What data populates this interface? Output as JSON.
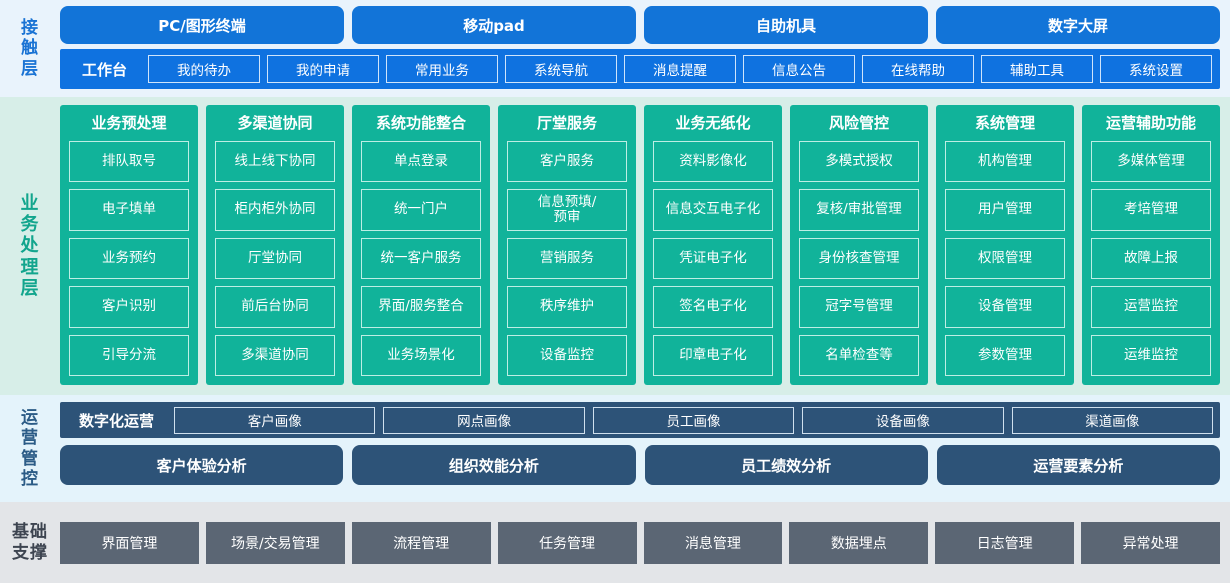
{
  "layers": [
    {
      "label": "接触层",
      "label_chars": [
        "接",
        "触",
        "层"
      ],
      "accent": "#1a73d4",
      "channels": [
        "PC/图形终端",
        "移动pad",
        "自助机具",
        "数字大屏"
      ],
      "workbench_title": "工作台",
      "workbench_items": [
        "我的待办",
        "我的申请",
        "常用业务",
        "系统导航",
        "消息提醒",
        "信息公告",
        "在线帮助",
        "辅助工具",
        "系统设置"
      ]
    },
    {
      "label": "业务处理层",
      "label_chars": [
        "业",
        "务",
        "处",
        "理",
        "层"
      ],
      "accent": "#12a58d",
      "columns": [
        {
          "title": "业务预处理",
          "items": [
            "排队取号",
            "电子填单",
            "业务预约",
            "客户识别",
            "引导分流"
          ]
        },
        {
          "title": "多渠道协同",
          "items": [
            "线上线下协同",
            "柜内柜外协同",
            "厅堂协同",
            "前后台协同",
            "多渠道协同"
          ]
        },
        {
          "title": "系统功能整合",
          "items": [
            "单点登录",
            "统一门户",
            "统一客户服务",
            "界面/服务整合",
            "业务场景化"
          ]
        },
        {
          "title": "厅堂服务",
          "items": [
            "客户服务",
            "信息预填/\n预审",
            "营销服务",
            "秩序维护",
            "设备监控"
          ]
        },
        {
          "title": "业务无纸化",
          "items": [
            "资料影像化",
            "信息交互电子化",
            "凭证电子化",
            "签名电子化",
            "印章电子化"
          ]
        },
        {
          "title": "风险管控",
          "items": [
            "多模式授权",
            "复核/审批管理",
            "身份核查管理",
            "冠字号管理",
            "名单检查等"
          ]
        },
        {
          "title": "系统管理",
          "items": [
            "机构管理",
            "用户管理",
            "权限管理",
            "设备管理",
            "参数管理"
          ]
        },
        {
          "title": "运营辅助功能",
          "items": [
            "多媒体管理",
            "考培管理",
            "故障上报",
            "运营监控",
            "运维监控"
          ]
        }
      ]
    },
    {
      "label": "运营管控",
      "label_chars": [
        "运",
        "营",
        "管",
        "控"
      ],
      "accent": "#2b5b86",
      "digital_title": "数字化运营",
      "portraits": [
        "客户画像",
        "网点画像",
        "员工画像",
        "设备画像",
        "渠道画像"
      ],
      "analyses": [
        "客户体验分析",
        "组织效能分析",
        "员工绩效分析",
        "运营要素分析"
      ]
    },
    {
      "label": "基础支撑",
      "label_lines": [
        "基础",
        "支撑"
      ],
      "accent": "#3d4450",
      "items": [
        "界面管理",
        "场景/交易管理",
        "流程管理",
        "任务管理",
        "消息管理",
        "数据埋点",
        "日志管理",
        "异常处理"
      ]
    }
  ],
  "colors": {
    "contact_bg": "#e9f3fc",
    "contact_blue": "#1274d8",
    "biz_bg": "#d7eee8",
    "biz_teal": "#11b39a",
    "ops_bg": "#e4f3fb",
    "ops_navy": "#2d5378",
    "base_bg": "#e3e5e8",
    "base_gray": "#5b6674"
  }
}
